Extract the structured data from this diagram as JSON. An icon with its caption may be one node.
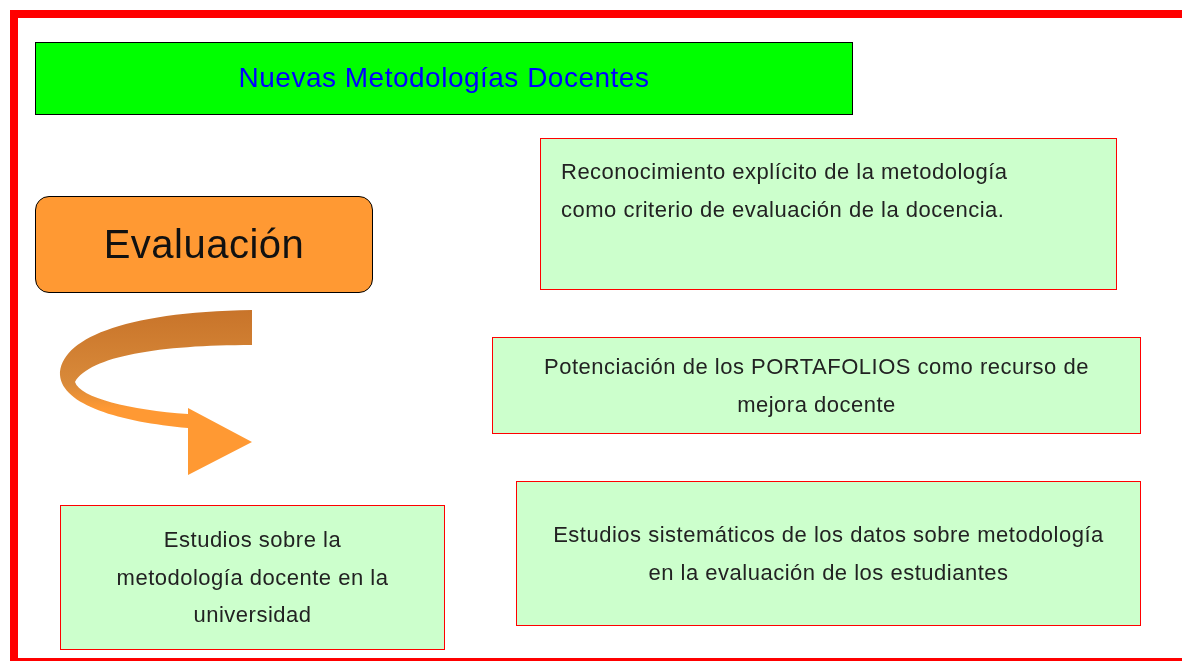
{
  "diagram": {
    "nodes": [
      {
        "text": [
          "Nuevas Metodologías Docentes"
        ]
      },
      {
        "text": [
          "Evaluación"
        ]
      },
      {
        "text": [
          "Reconocimiento explícito de la metodología como criterio de evaluación de la docencia."
        ]
      },
      {
        "text": [
          "Potenciación de los PORTAFOLIOS como recurso de mejora docente"
        ]
      },
      {
        "text": [
          "Estudios sobre la metodología docente en la universidad"
        ]
      },
      {
        "text": [
          "Estudios sistemáticos de los datos sobre metodología en la evaluación de los estudiantes"
        ]
      }
    ],
    "edges": []
  }
}
